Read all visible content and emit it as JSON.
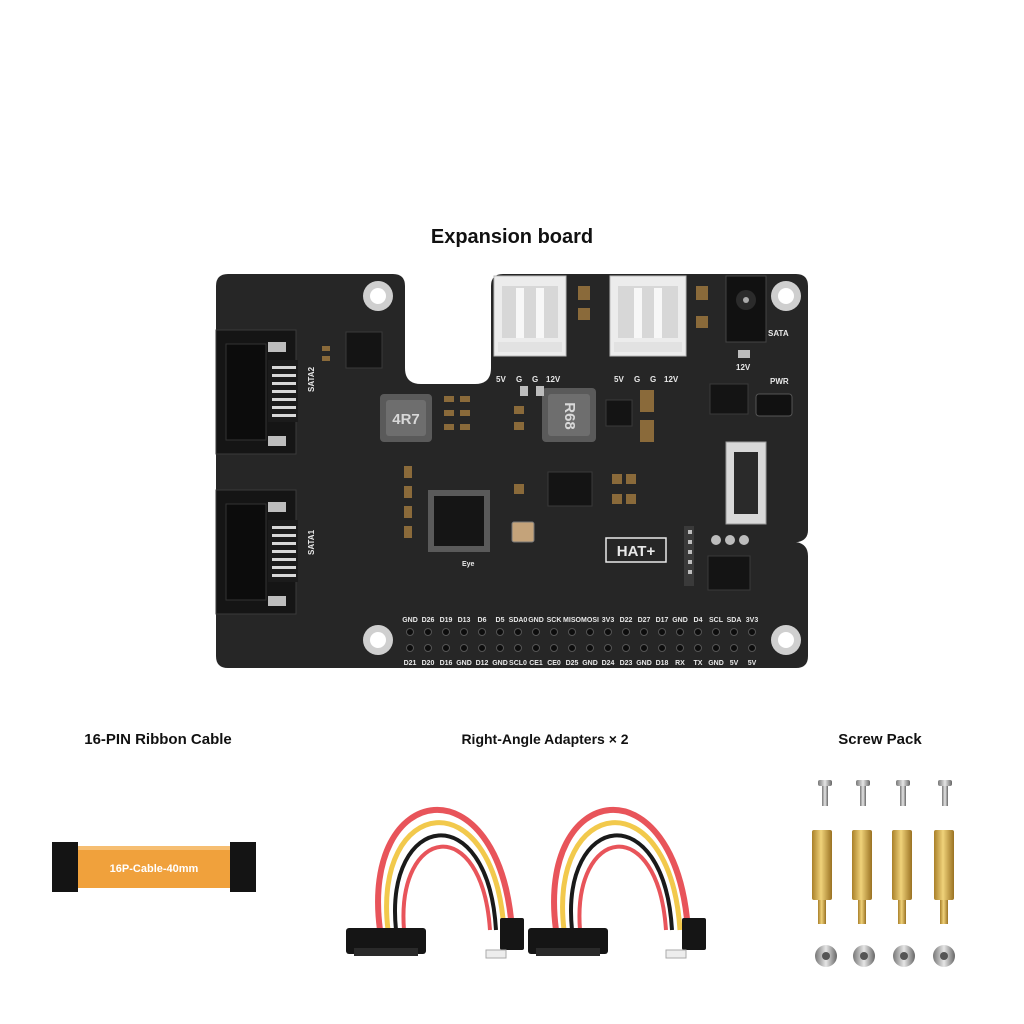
{
  "captions": {
    "board": "Expansion board",
    "ribbon": "16-PIN Ribbon Cable",
    "adapters": "Right-Angle Adapters × 2",
    "screws": "Screw Pack"
  },
  "board": {
    "hat_label": "HAT+",
    "inductor_1": "4R7",
    "inductor_2": "R68",
    "sata1_label": "SATA1",
    "sata2_label": "SATA2",
    "sata_led_label": "SATA",
    "pwr_led_label": "PWR",
    "jack_voltage": "12V",
    "eye_label": "Eye",
    "fan_header_1_pins": [
      "5V",
      "G",
      "G",
      "12V"
    ],
    "fan_header_2_pins": [
      "5V",
      "G",
      "G",
      "12V"
    ],
    "gpio_top": [
      "GND",
      "D26",
      "D19",
      "D13",
      "D6",
      "D5",
      "SDA0",
      "GND",
      "SCK",
      "MISO",
      "MOSI",
      "3V3",
      "D22",
      "D27",
      "D17",
      "GND",
      "D4",
      "SCL",
      "SDA",
      "3V3"
    ],
    "gpio_bottom": [
      "D21",
      "D20",
      "D16",
      "GND",
      "D12",
      "GND",
      "SCL0",
      "CE1",
      "CE0",
      "D25",
      "GND",
      "D24",
      "D23",
      "GND",
      "D18",
      "RX",
      "TX",
      "GND",
      "5V",
      "5V"
    ]
  },
  "ribbon_cable": {
    "label": "16P-Cable-40mm"
  },
  "colors": {
    "pcb": "#262626",
    "header_white": "#ececec",
    "ribbon_orange": "#f0a13c",
    "wire_red": "#e8545a",
    "wire_yellow": "#f2c94c",
    "brass": "#d4ad4f"
  }
}
